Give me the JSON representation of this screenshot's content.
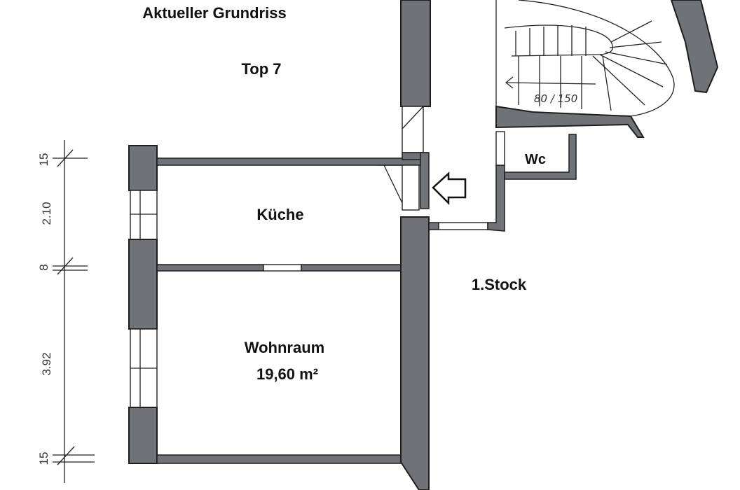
{
  "plan": {
    "title": "Aktueller Grundriss",
    "unit": "Top 7",
    "floor": "1.Stock",
    "rooms": {
      "kitchen": "Küche",
      "living": "Wohnraum",
      "living_area": "19,60 m²",
      "wc": "Wc"
    },
    "stair_note": "80 / 150",
    "dimensions": [
      "15",
      "2.10",
      "8",
      "3.92",
      "15"
    ]
  }
}
